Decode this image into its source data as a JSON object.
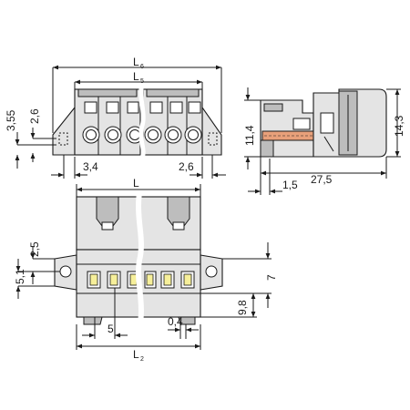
{
  "dimensions": {
    "top_view": {
      "width_l6": {
        "main": "L",
        "sub": "6"
      },
      "width_l5": {
        "main": "L",
        "sub": "5"
      },
      "height_3_55": "3,55",
      "height_2_6": "2,6",
      "left_3_4": "3,4",
      "right_2_6": "2,6"
    },
    "side_view": {
      "height_11_4": "11,4",
      "height_14_3": "14,3",
      "length_27_5": "27,5",
      "offset_1_5": "1,5"
    },
    "front_view": {
      "width_l": "L",
      "height_2_5": "2,5",
      "height_5_1": "5,1",
      "height_7": "7",
      "height_9_8": "9,8",
      "pitch_5": "5",
      "offset_0_4": "0,4",
      "width_l2": {
        "main": "L",
        "sub": "2"
      }
    }
  },
  "colors": {
    "body": "#e4e4e4",
    "dark": "#bdbdbd",
    "contact": "#f6ef9a",
    "pin": "#e8a07a",
    "line": "#1a1a1a"
  }
}
